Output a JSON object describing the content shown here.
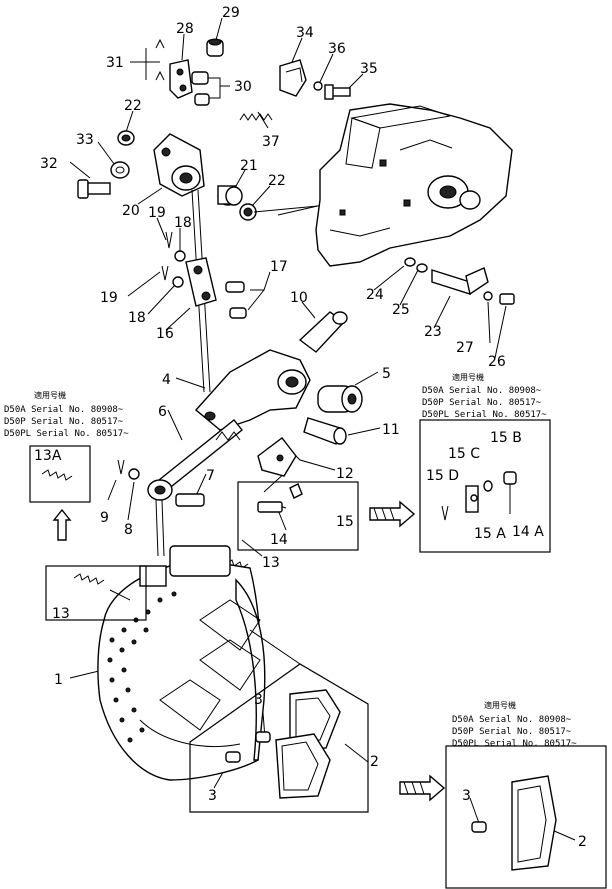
{
  "callouts": {
    "c29": "29",
    "c28": "28",
    "c31": "31",
    "c30": "30",
    "c34": "34",
    "c36": "36",
    "c35": "35",
    "c22a": "22",
    "c37": "37",
    "c33": "33",
    "c32": "32",
    "c21": "21",
    "c22b": "22",
    "c20": "20",
    "c19a": "19",
    "c18a": "18",
    "c17": "17",
    "c19b": "19",
    "c18b": "18",
    "c16": "16",
    "c10": "10",
    "c24": "24",
    "c25": "25",
    "c23": "23",
    "c27": "27",
    "c26": "26",
    "c4": "4",
    "c5": "5",
    "c6": "6",
    "c11": "11",
    "c12": "12",
    "c7": "7",
    "c9": "9",
    "c8": "8",
    "c13a": "13A",
    "c13b": "13",
    "c13c": "13",
    "c14": "14",
    "c15": "15",
    "c15b": "15 B",
    "c15c": "15 C",
    "c15d": "15 D",
    "c15a": "15 A",
    "c14a": "14 A",
    "c1": "1",
    "c3a": "3",
    "c3b": "3",
    "c2a": "2",
    "c3c": "3",
    "c2b": "2"
  },
  "serial_blocks": {
    "left": {
      "header": "適用号機",
      "lines": [
        "D50A  Serial No. 80908~",
        "D50P  Serial No. 80517~",
        "D50PL Serial No. 80517~"
      ]
    },
    "right": {
      "header": "適用号機",
      "lines": [
        "D50A  Serial No. 80908~",
        "D50P  Serial No. 80517~",
        "D50PL Serial No. 80517~"
      ]
    },
    "bottom": {
      "header": "適用号機",
      "lines": [
        "D50A  Serial No. 80908~",
        "D50P  Serial No. 80517~",
        "D50PL Serial No. 80517~"
      ]
    }
  }
}
